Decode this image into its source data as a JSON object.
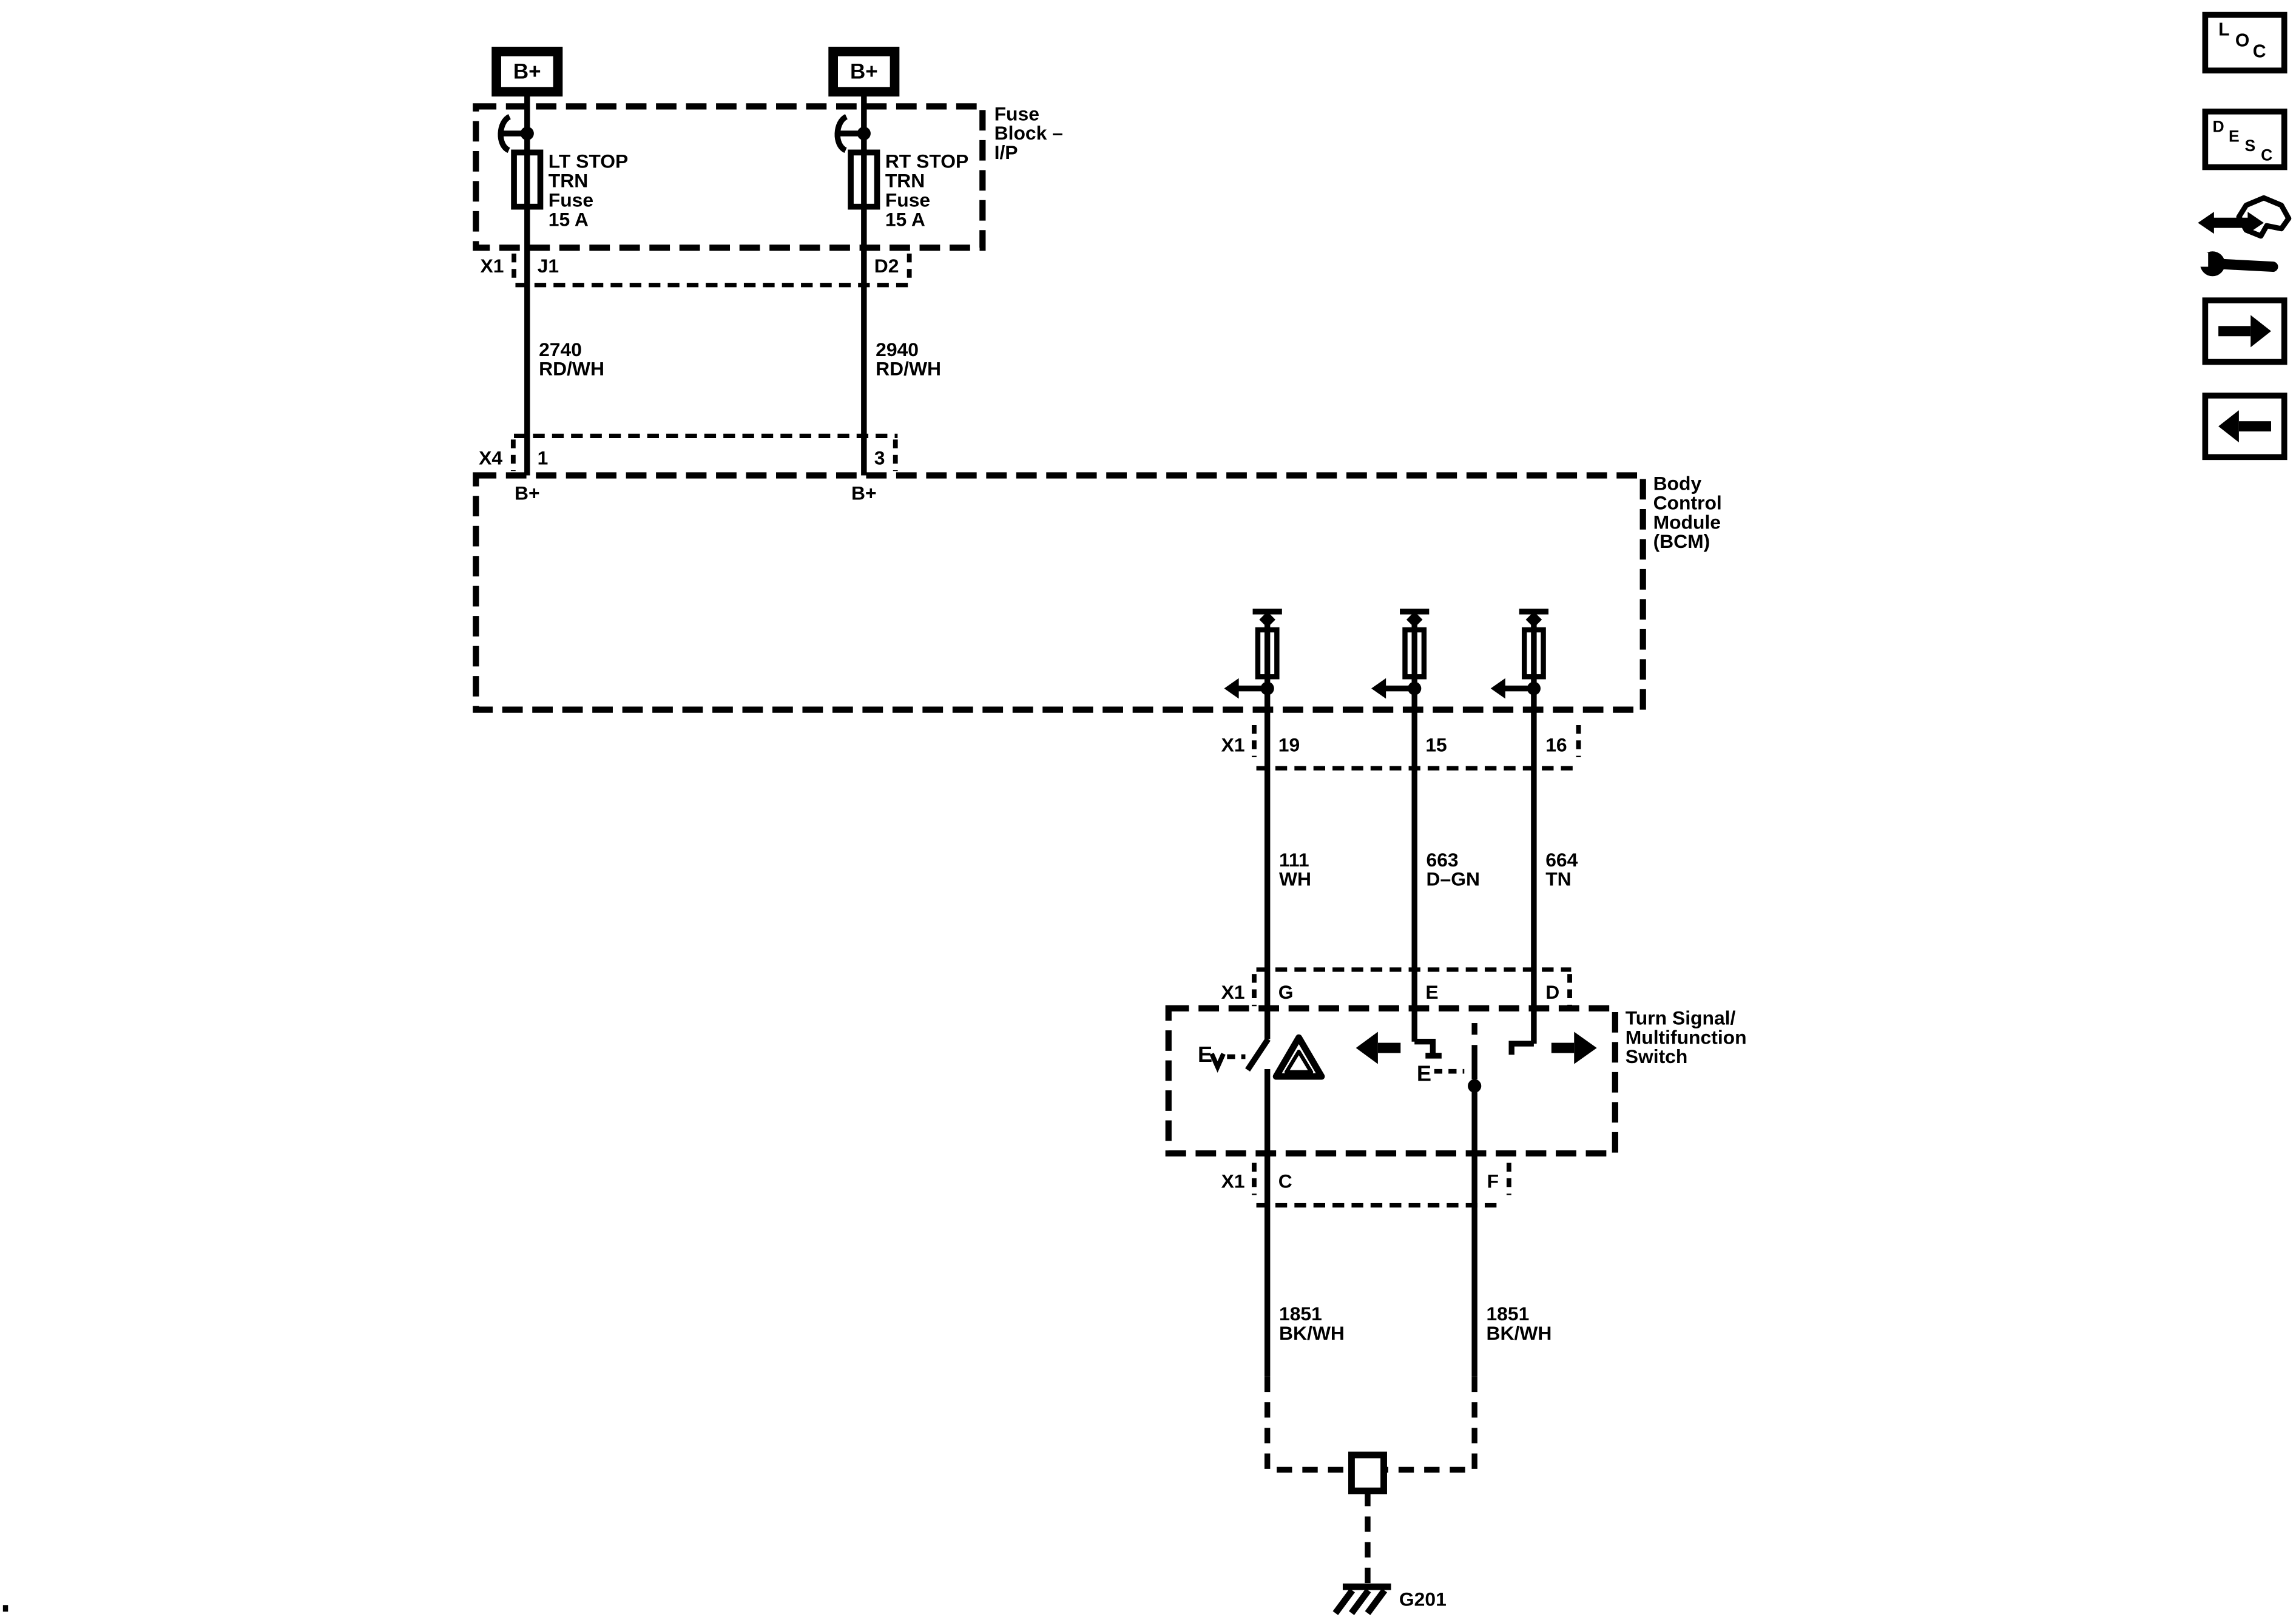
{
  "page": {
    "paper": "#ffffff",
    "ink": "#000000"
  },
  "diagram": {
    "battery": {
      "left": "B+",
      "right": "B+"
    },
    "fuse_block": {
      "name_lines": [
        "Fuse",
        "Block –",
        "I/P"
      ],
      "left_fuse_lines": [
        "LT STOP",
        "TRN",
        "Fuse",
        "15 A"
      ],
      "right_fuse_lines": [
        "RT STOP",
        "TRN",
        "Fuse",
        "15 A"
      ]
    },
    "connectors": {
      "row1": {
        "id": "X1",
        "left_pin": "J1",
        "right_pin": "D2"
      },
      "row2": {
        "id": "X4",
        "left_pin": "1",
        "right_pin": "3"
      },
      "row3": {
        "id": "X1",
        "pin1": "19",
        "pin2": "15",
        "pin3": "16"
      },
      "row4": {
        "id": "X1",
        "pin1": "G",
        "pin2": "E",
        "pin3": "D"
      },
      "row5": {
        "id": "X1",
        "left_pin": "C",
        "right_pin": "F"
      }
    },
    "wire_labels": {
      "feed_left": {
        "circuit": "2740",
        "color": "RD/WH"
      },
      "feed_right": {
        "circuit": "2940",
        "color": "RD/WH"
      },
      "out1": {
        "circuit": "111",
        "color": "WH"
      },
      "out2": {
        "circuit": "663",
        "color": "D–GN"
      },
      "out3": {
        "circuit": "664",
        "color": "TN"
      },
      "gnd_left": {
        "circuit": "1851",
        "color": "BK/WH"
      },
      "gnd_right": {
        "circuit": "1851",
        "color": "BK/WH"
      }
    },
    "bcm": {
      "b_plus_left": "B+",
      "b_plus_right": "B+",
      "name_lines": [
        "Body",
        "Control",
        "Module",
        "(BCM)"
      ]
    },
    "switch": {
      "name_lines": [
        "Turn Signal/",
        "Multifunction",
        "Switch"
      ],
      "hazard_actuator": "E",
      "pole_actuator": "E"
    },
    "ground_label": "G201"
  },
  "toolbar": {
    "loc_letters": [
      "L",
      "O",
      "C"
    ],
    "desc_letters": [
      "D",
      "E",
      "S",
      "C"
    ]
  }
}
